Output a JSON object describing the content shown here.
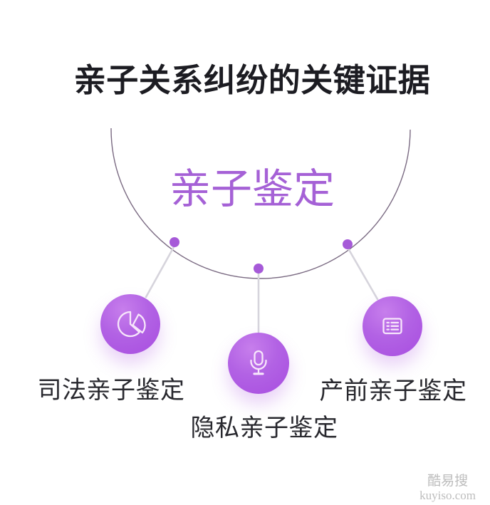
{
  "title": "亲子关系纠纷的关键证据",
  "hub": {
    "label": "亲子鉴定"
  },
  "nodes": [
    {
      "id": "judicial",
      "label": "司法亲子鉴定",
      "icon": "pie-chart-icon"
    },
    {
      "id": "private",
      "label": "隐私亲子鉴定",
      "icon": "microphone-icon"
    },
    {
      "id": "prenatal",
      "label": "产前亲子鉴定",
      "icon": "list-icon"
    }
  ],
  "watermark": {
    "brand": "酷易搜",
    "site": "kuyiso.com"
  },
  "colors": {
    "accent_purple": "#a65ad8",
    "hub_text": "#a561d6",
    "circle_gradient_top": "#c77eec",
    "circle_gradient_bottom": "#a84de0",
    "arc_stroke": "#7a6a82",
    "connector_gray": "#d6d4dc",
    "title_text": "#1c1c22",
    "label_text": "#28282e",
    "watermark_gray": "#bdbdbd"
  }
}
